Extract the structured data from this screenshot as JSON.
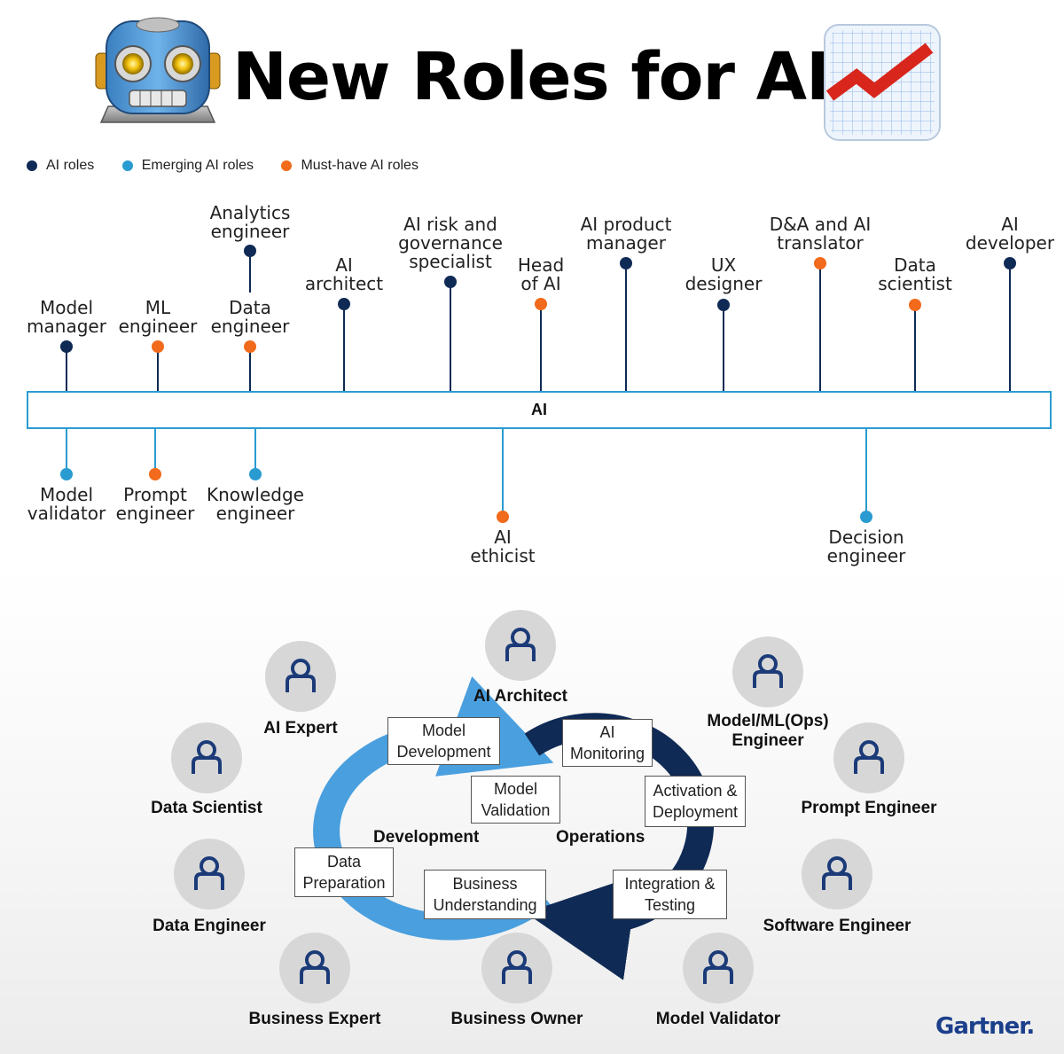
{
  "header": {
    "title": "New Roles for AI"
  },
  "icons": {
    "left": "robot-icon",
    "right": "chart-increasing-icon"
  },
  "colors": {
    "ai_role": "#0f2a55",
    "emerging": "#2a9bd1",
    "must_have": "#f26a1b",
    "dev_cycle": "#4a9fde",
    "ops_cycle": "#0f2a55",
    "brand": "#1b3f8b"
  },
  "legend": [
    {
      "label": "AI roles",
      "kind": "ai_role"
    },
    {
      "label": "Emerging AI roles",
      "kind": "emerging"
    },
    {
      "label": "Must-have AI roles",
      "kind": "must_have"
    }
  ],
  "timeline": {
    "center_label": "AI",
    "above": [
      {
        "label": "Model manager",
        "lines": [
          "Model",
          "manager"
        ],
        "kind": "ai_role"
      },
      {
        "label": "ML engineer",
        "lines": [
          "ML",
          "engineer"
        ],
        "kind": "must_have"
      },
      {
        "label": "Data engineer",
        "lines": [
          "Data",
          "engineer"
        ],
        "kind": "must_have"
      },
      {
        "label": "Analytics engineer",
        "lines": [
          "Analytics",
          "engineer"
        ],
        "kind": "ai_role"
      },
      {
        "label": "AI architect",
        "lines": [
          "AI",
          "architect"
        ],
        "kind": "ai_role"
      },
      {
        "label": "AI risk and governance specialist",
        "lines": [
          "AI risk and",
          "governance",
          "specialist"
        ],
        "kind": "ai_role"
      },
      {
        "label": "Head of AI",
        "lines": [
          "Head",
          "of AI"
        ],
        "kind": "must_have"
      },
      {
        "label": "AI product manager",
        "lines": [
          "AI product",
          "manager"
        ],
        "kind": "ai_role"
      },
      {
        "label": "UX designer",
        "lines": [
          "UX",
          "designer"
        ],
        "kind": "ai_role"
      },
      {
        "label": "D&A and AI translator",
        "lines": [
          "D&A and AI",
          "translator"
        ],
        "kind": "must_have"
      },
      {
        "label": "Data scientist",
        "lines": [
          "Data",
          "scientist"
        ],
        "kind": "must_have"
      },
      {
        "label": "AI developer",
        "lines": [
          "AI",
          "developer"
        ],
        "kind": "ai_role"
      }
    ],
    "below": [
      {
        "label": "Model validator",
        "lines": [
          "Model",
          "validator"
        ],
        "kind": "emerging"
      },
      {
        "label": "Prompt engineer",
        "lines": [
          "Prompt",
          "engineer"
        ],
        "kind": "must_have"
      },
      {
        "label": "Knowledge engineer",
        "lines": [
          "Knowledge",
          "engineer"
        ],
        "kind": "emerging"
      },
      {
        "label": "AI ethicist",
        "lines": [
          "AI",
          "ethicist"
        ],
        "kind": "must_have"
      },
      {
        "label": "Decision engineer",
        "lines": [
          "Decision",
          "engineer"
        ],
        "kind": "emerging"
      }
    ]
  },
  "lifecycle": {
    "cycles": {
      "development": "Development",
      "operations": "Operations"
    },
    "stages": [
      {
        "lines": [
          "Model",
          "Development"
        ]
      },
      {
        "lines": [
          "AI",
          "Monitoring"
        ]
      },
      {
        "lines": [
          "Model",
          "Validation"
        ]
      },
      {
        "lines": [
          "Activation &",
          "Deployment"
        ]
      },
      {
        "lines": [
          "Data",
          "Preparation"
        ]
      },
      {
        "lines": [
          "Business",
          "Understanding"
        ]
      },
      {
        "lines": [
          "Integration &",
          "Testing"
        ]
      }
    ],
    "personas": [
      "AI Architect",
      "AI Expert",
      "Model/ML(Ops)\nEngineer",
      "Data Scientist",
      "Prompt Engineer",
      "Data Engineer",
      "Software Engineer",
      "Business Expert",
      "Business Owner",
      "Model Validator"
    ]
  },
  "brand": {
    "name": "Gartner",
    "dot": "."
  }
}
